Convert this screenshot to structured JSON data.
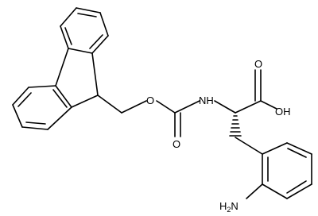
{
  "molecule": {
    "labels": {
      "ester_oxygen": "O",
      "carbonyl_oxygen": "O",
      "amide_nh": "NH",
      "acid_oxygen": "O",
      "hydroxyl": "OH",
      "amine": "H2N"
    }
  },
  "colors": {
    "bond": "#000000",
    "text": "#000000",
    "background": "#ffffff"
  }
}
